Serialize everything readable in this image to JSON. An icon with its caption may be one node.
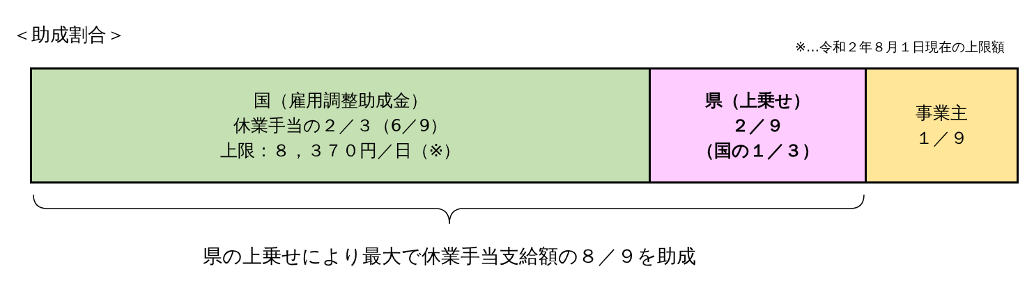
{
  "diagram": {
    "title": "＜助成割合＞",
    "nodes": [
      {
        "text": [
          "国（雇用調整助成金）",
          "休業手当の２／３（6／9）",
          "上限：８，３７０円／日（※）"
        ]
      },
      {
        "text": [
          "県（上乗せ）",
          "２／９",
          "（国の１／３）"
        ]
      },
      {
        "text": [
          "事業主",
          "１／９"
        ]
      }
    ],
    "edges": [],
    "labels": [
      "※…令和２年８月１日現在の上限額",
      "県の上乗せにより最大で休業手当支給額の８／９を助成"
    ]
  }
}
